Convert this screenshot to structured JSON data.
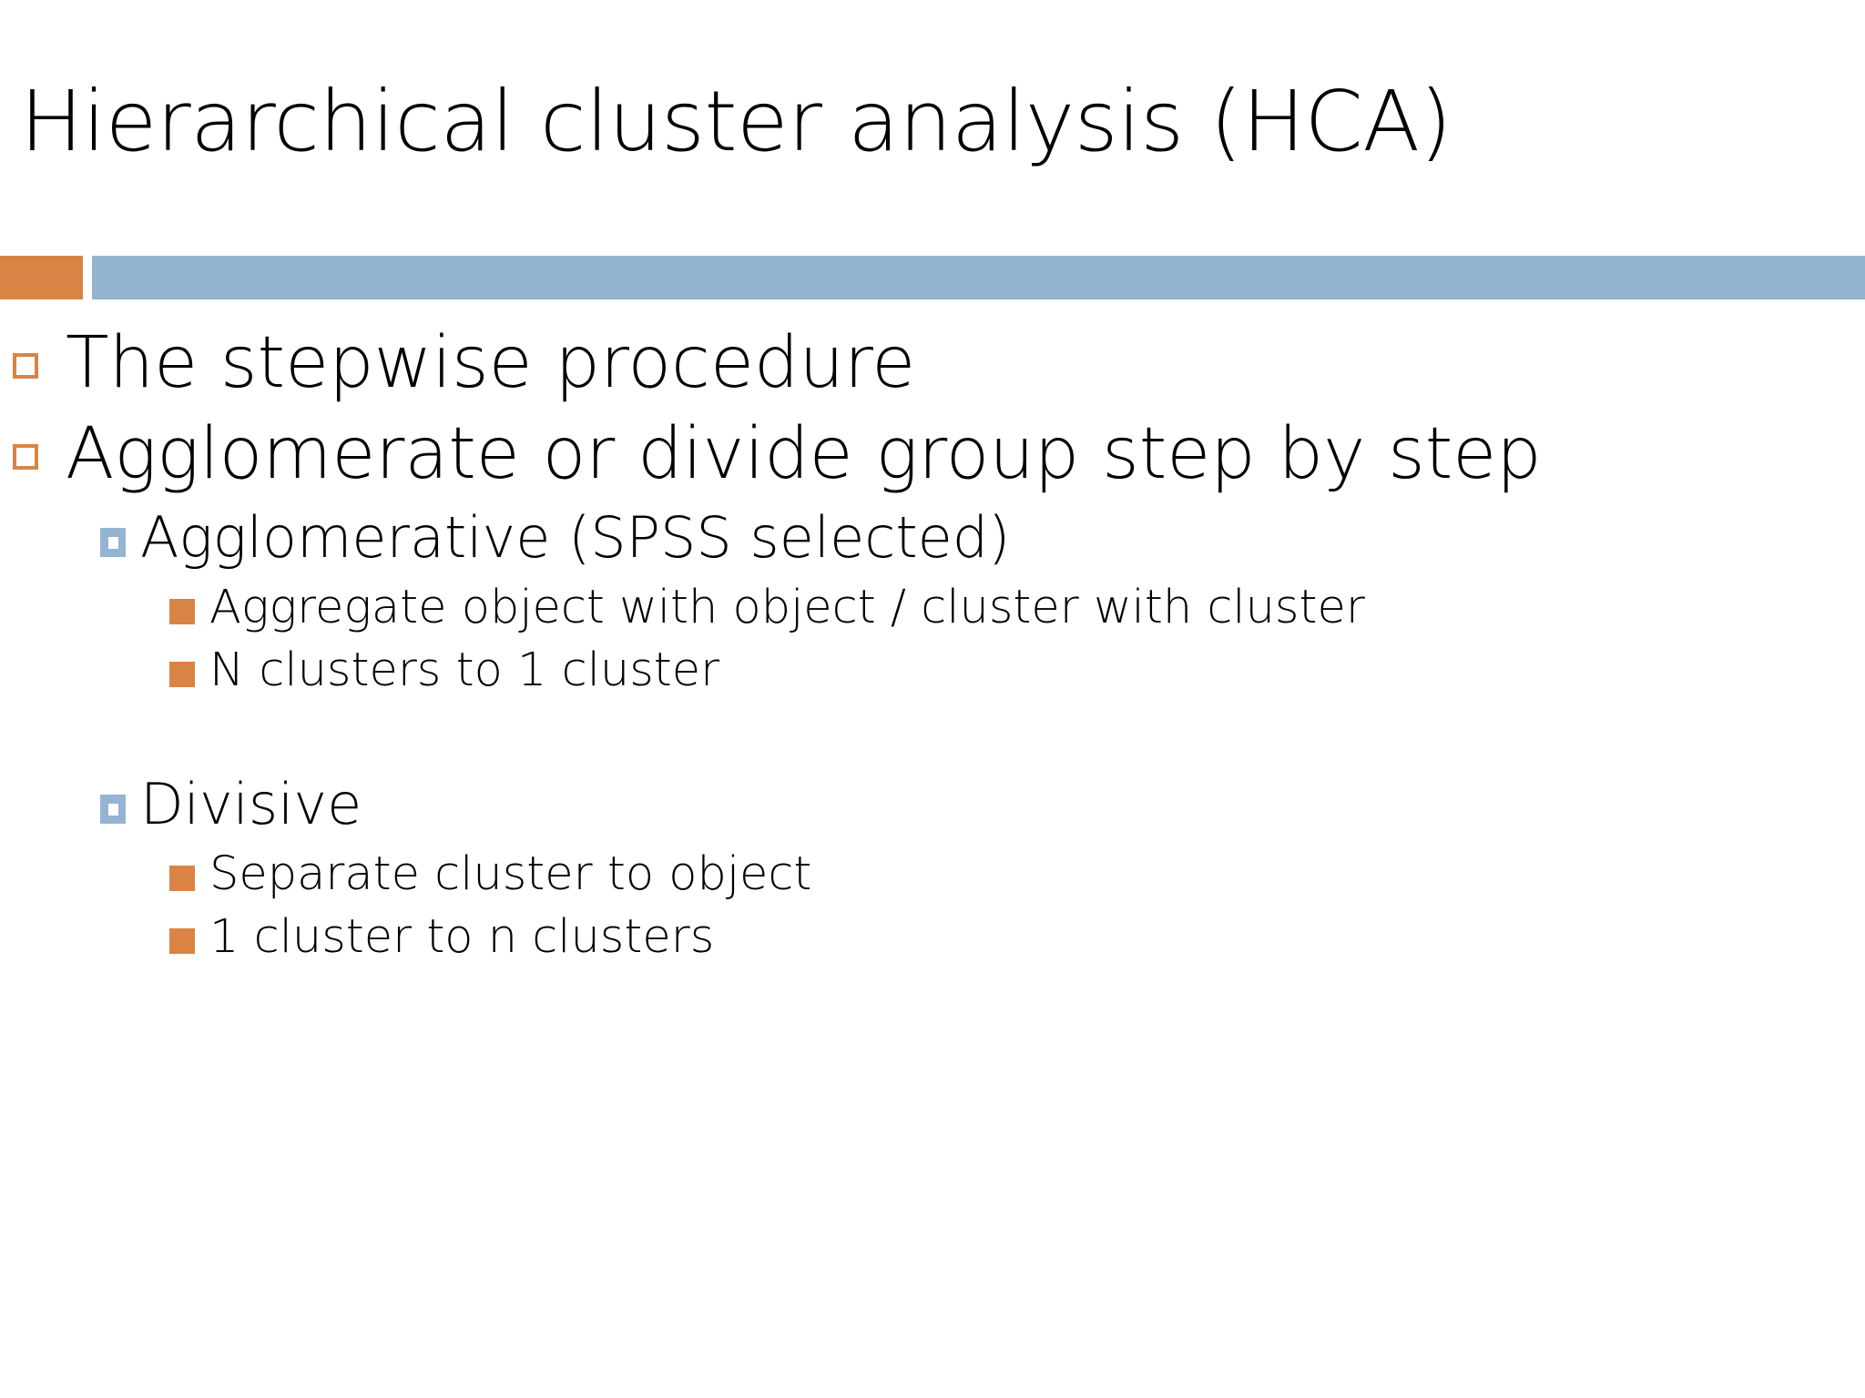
{
  "slide": {
    "title": "Hierarchical cluster analysis (HCA)",
    "background_color": "#FFFFFF",
    "text_color": "#000000"
  },
  "divider": {
    "accent_color": "#D98445",
    "main_color": "#94B4D2"
  },
  "bullet_markers": {
    "level1": {
      "icon": "hollow-square-bullet-icon",
      "color": "#D98445",
      "style": "outline"
    },
    "level2": {
      "icon": "framed-square-bullet-icon",
      "color": "#94B4D2",
      "style": "filled-with-white-center"
    },
    "level3": {
      "icon": "filled-square-bullet-icon",
      "color": "#D98445",
      "style": "filled"
    }
  },
  "content": [
    {
      "level": 1,
      "text": "The stepwise procedure"
    },
    {
      "level": 1,
      "text": "Agglomerate or divide group step by step"
    },
    {
      "level": 2,
      "text": "Agglomerative (SPSS selected)"
    },
    {
      "level": 3,
      "text": "Aggregate object with object / cluster with cluster"
    },
    {
      "level": 3,
      "text": "N clusters to 1 cluster"
    },
    {
      "level": 0,
      "text": ""
    },
    {
      "level": 2,
      "text": "Divisive"
    },
    {
      "level": 3,
      "text": "Separate cluster to object"
    },
    {
      "level": 3,
      "text": "1 cluster to n clusters"
    }
  ]
}
